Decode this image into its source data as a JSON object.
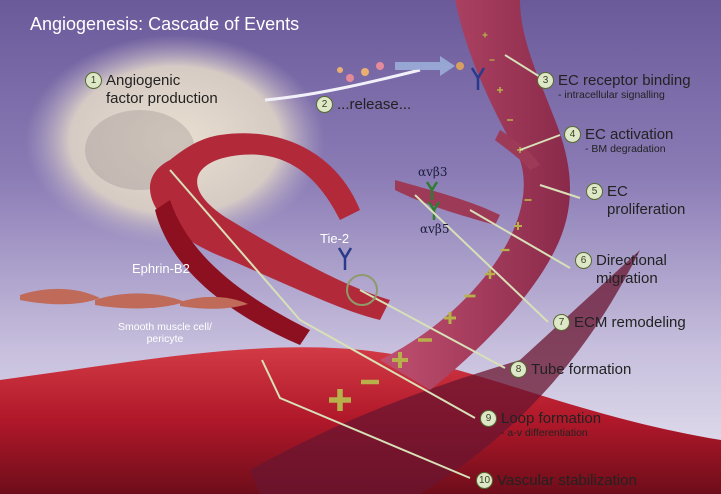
{
  "title": "Angiogenesis: Cascade of Events",
  "steps": [
    {
      "num": "1",
      "label_line1": "Angiogenic",
      "label_line2": "factor production"
    },
    {
      "num": "2",
      "label": "...release..."
    },
    {
      "num": "3",
      "label": "EC receptor binding",
      "sub": "- intracellular signalling"
    },
    {
      "num": "4",
      "label": "EC activation",
      "sub": "- BM degradation"
    },
    {
      "num": "5",
      "label_line1": "EC",
      "label_line2": "proliferation"
    },
    {
      "num": "6",
      "label_line1": "Directional",
      "label_line2": "migration"
    },
    {
      "num": "7",
      "label": "ECM remodeling"
    },
    {
      "num": "8",
      "label": "Tube formation"
    },
    {
      "num": "9",
      "label": "Loop formation",
      "sub": "- a-v differentiation"
    },
    {
      "num": "10",
      "label": "Vascular stabilization"
    }
  ],
  "molecules": {
    "tie2": "Tie-2",
    "ephrin": "Ephrin-B2",
    "avb3": "αvβ3",
    "avb5": "αvβ5"
  },
  "cells": {
    "smc_line1": "Smooth muscle cell/",
    "smc_line2": "pericyte"
  },
  "colors": {
    "vessel": "#b0182a",
    "vessel_dark": "#6e0d1a",
    "sprout": "#a04060",
    "marker": "#b8b04a",
    "leader": "#8f9a6a"
  }
}
